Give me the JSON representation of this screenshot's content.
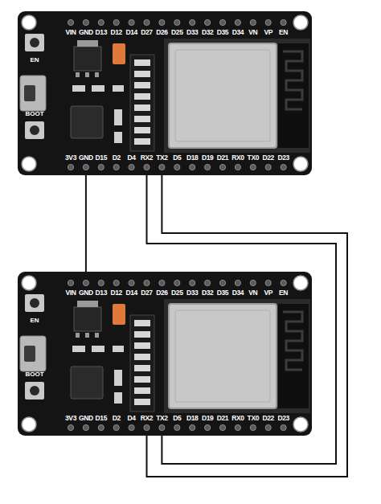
{
  "diagram": {
    "nodes": [
      {
        "text": [
          "EN",
          "BOOT"
        ]
      },
      {
        "text": [
          "EN",
          "BOOT"
        ]
      }
    ],
    "edges": [
      {
        "from": 0,
        "to": 1,
        "arrow": "none"
      },
      {
        "from": 0,
        "to": 1,
        "arrow": "none"
      },
      {
        "from": 0,
        "to": 1,
        "arrow": "none"
      }
    ],
    "labels": [
      "VIN",
      "GND",
      "D13",
      "D12",
      "D14",
      "D27",
      "D26",
      "D25",
      "D33",
      "D32",
      "D35",
      "D34",
      "VN",
      "VP",
      "EN",
      "3V3",
      "GND",
      "D15",
      "D2",
      "D4",
      "RX2",
      "TX2",
      "D5",
      "D18",
      "D19",
      "D21",
      "RX0",
      "TX0",
      "D22",
      "D23",
      "VIN",
      "GND",
      "D13",
      "D12",
      "D14",
      "D27",
      "D26",
      "D25",
      "D33",
      "D32",
      "D35",
      "D34",
      "VN",
      "VP",
      "EN",
      "3V3",
      "GND",
      "D15",
      "D2",
      "D4",
      "RX2",
      "TX2",
      "D5",
      "D18",
      "D19",
      "D21",
      "RX0",
      "TX0",
      "D22",
      "D23"
    ]
  }
}
